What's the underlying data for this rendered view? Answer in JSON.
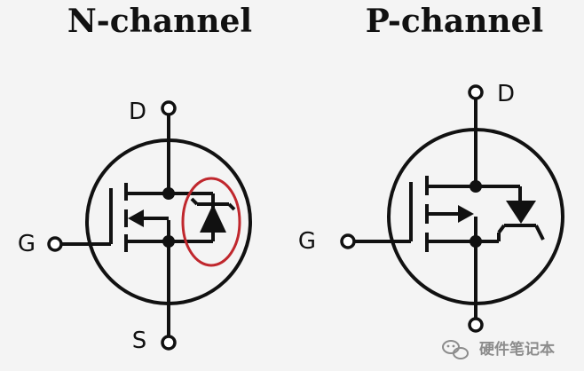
{
  "diagram": {
    "left": {
      "title": "N-channel",
      "labels": {
        "drain": "D",
        "gate": "G",
        "source": "S"
      },
      "body_diode_highlighted": true
    },
    "right": {
      "title": "P-channel",
      "labels": {
        "drain": "D",
        "gate": "G"
      }
    },
    "watermark": {
      "text": "硬件笔记本",
      "icon": "wechat-icon"
    },
    "colors": {
      "line": "#111111",
      "highlight": "#c0272d",
      "background": "#f4f4f4"
    }
  }
}
